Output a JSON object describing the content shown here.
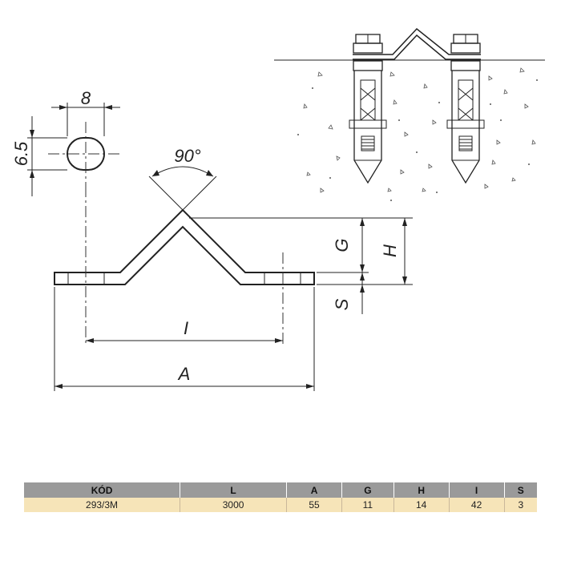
{
  "drawing": {
    "hole_width": "8",
    "hole_height": "6.5",
    "angle": "90°",
    "dim_G": "G",
    "dim_H": "H",
    "dim_S": "S",
    "dim_I": "I",
    "dim_A": "A"
  },
  "colors": {
    "header_bg": "#9a9a9a",
    "row_bg": "#f6e4b8",
    "line": "#222222"
  },
  "table": {
    "headers": [
      "KÓD",
      "L",
      "A",
      "G",
      "H",
      "I",
      "S"
    ],
    "rows": [
      [
        "293/3M",
        "3000",
        "55",
        "11",
        "14",
        "42",
        "3"
      ]
    ]
  }
}
